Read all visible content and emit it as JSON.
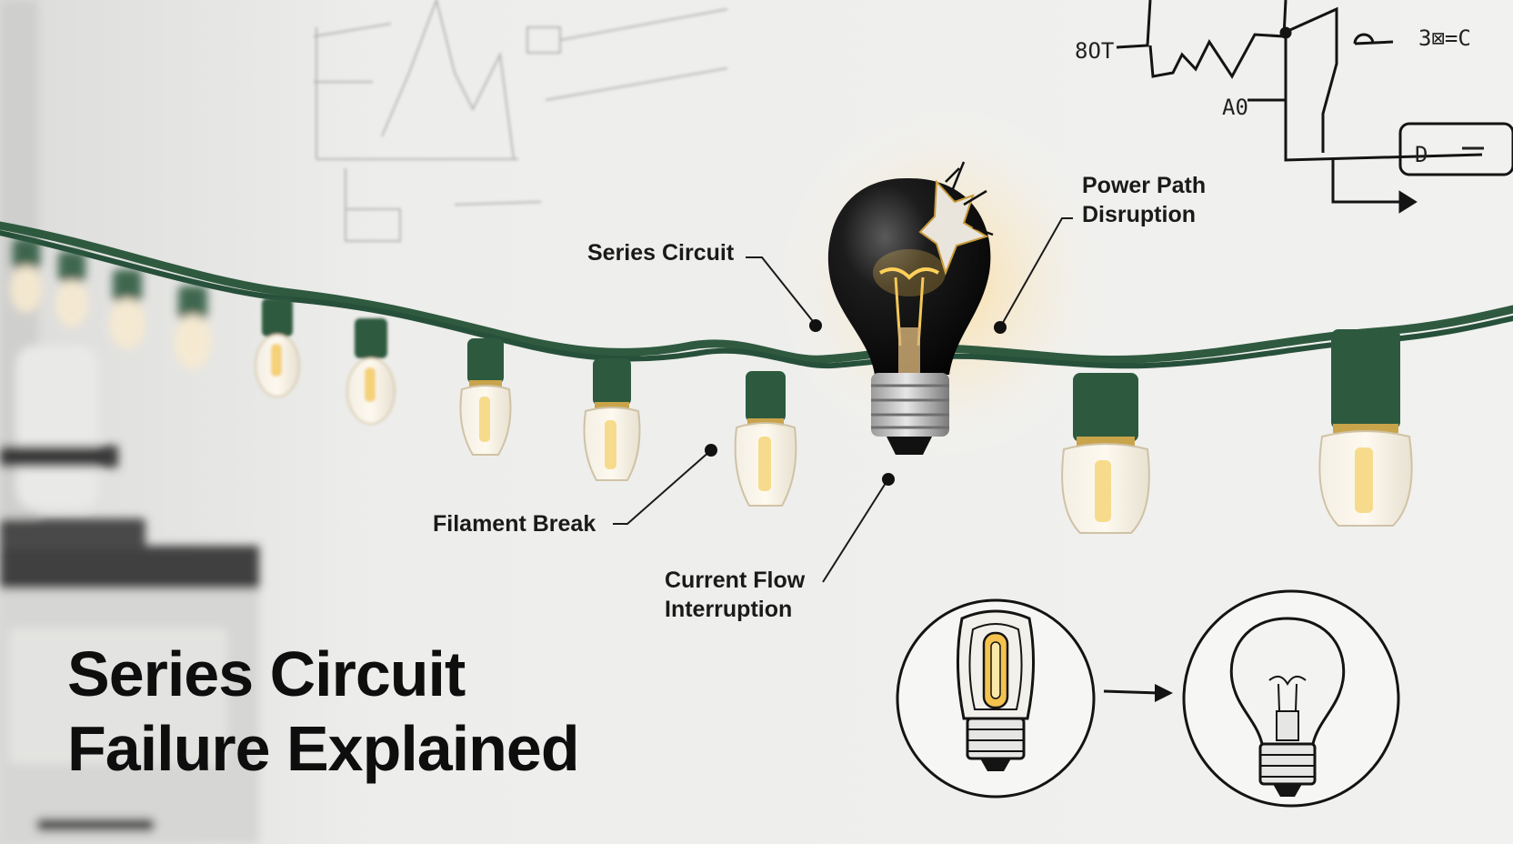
{
  "title": {
    "line1": "Series Circuit",
    "line2": "Failure Explained"
  },
  "labels": {
    "series_circuit": "Series Circuit",
    "power_path_line1": "Power Path",
    "power_path_line2": "Disruption",
    "filament_break": "Filament Break",
    "current_flow_line1": "Current Flow",
    "current_flow_line2": "Interruption"
  },
  "sketch_text": {
    "left_top": "8OT",
    "right_top": "3⊠=C",
    "left_mid": "A0"
  },
  "colors": {
    "wire": "#2f5a3f",
    "socket": "#2d5a3e",
    "glow": "#f3c75a",
    "broken_bulb": "#101010",
    "background": "#ececea",
    "title_text": "#0e0e0e"
  },
  "icons": {
    "broken_bulb": "broken-bulb-icon",
    "led_bulb": "led-bulb-icon",
    "incandescent_bulb": "incandescent-bulb-icon",
    "arrow": "arrow-right-icon"
  }
}
